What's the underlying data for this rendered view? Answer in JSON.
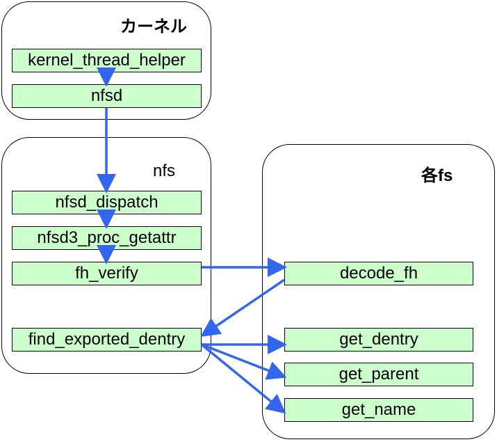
{
  "colors": {
    "arrow": "#3366ee",
    "box_fill": "#ccffcc",
    "border": "#000000"
  },
  "groups": {
    "kernel": {
      "title": "カーネル"
    },
    "nfs": {
      "title": "nfs"
    },
    "fs": {
      "title": "各fs"
    }
  },
  "nodes": {
    "kernel_thread_helper": "kernel_thread_helper",
    "nfsd": "nfsd",
    "nfsd_dispatch": "nfsd_dispatch",
    "nfsd3_proc_getattr": "nfsd3_proc_getattr",
    "fh_verify": "fh_verify",
    "find_exported_dentry": "find_exported_dentry",
    "decode_fh": "decode_fh",
    "get_dentry": "get_dentry",
    "get_parent": "get_parent",
    "get_name": "get_name"
  },
  "edges": [
    {
      "from": "kernel_thread_helper",
      "to": "nfsd"
    },
    {
      "from": "nfsd",
      "to": "nfsd_dispatch"
    },
    {
      "from": "nfsd_dispatch",
      "to": "nfsd3_proc_getattr"
    },
    {
      "from": "nfsd3_proc_getattr",
      "to": "fh_verify"
    },
    {
      "from": "fh_verify",
      "to": "decode_fh"
    },
    {
      "from": "decode_fh",
      "to": "find_exported_dentry"
    },
    {
      "from": "find_exported_dentry",
      "to": "get_dentry"
    },
    {
      "from": "find_exported_dentry",
      "to": "get_parent"
    },
    {
      "from": "find_exported_dentry",
      "to": "get_name"
    }
  ]
}
